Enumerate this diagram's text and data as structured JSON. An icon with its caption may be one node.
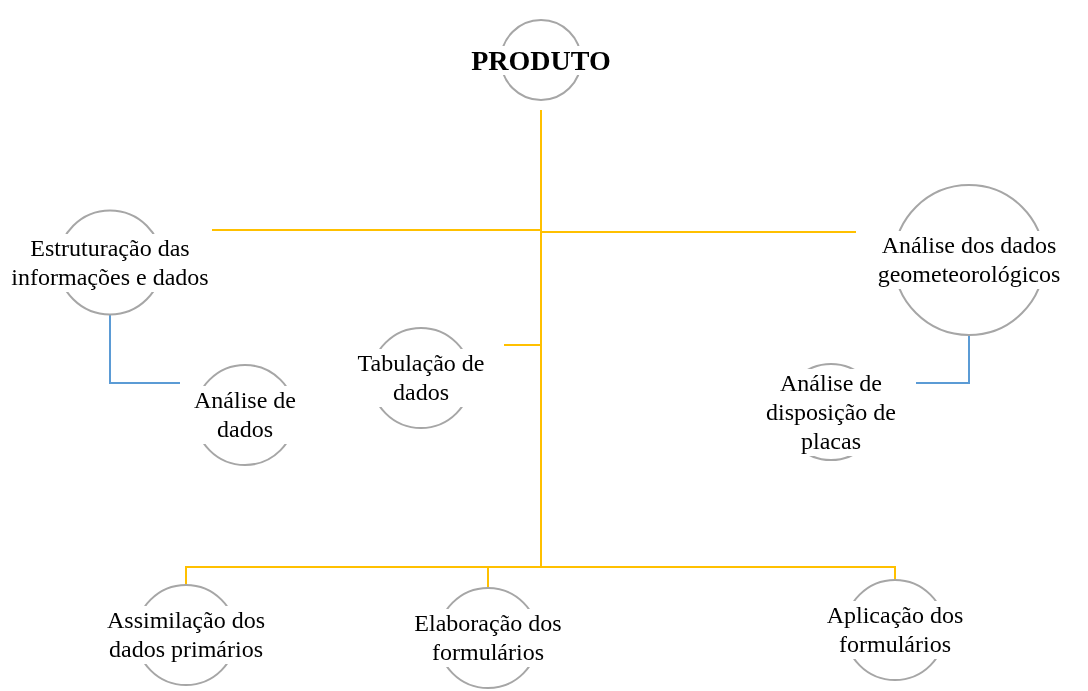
{
  "diagram": {
    "nodes": [
      {
        "text": [
          "PRODUTO"
        ]
      },
      {
        "text": [
          "Estruturação das informações e dados"
        ]
      },
      {
        "text": [
          "Análise dos dados geometeorológicos"
        ]
      },
      {
        "text": [
          "Tabulação de dados"
        ]
      },
      {
        "text": [
          "Análise de dados"
        ]
      },
      {
        "text": [
          "Análise de disposição de placas"
        ]
      },
      {
        "text": [
          "Assimilação dos dados primários"
        ]
      },
      {
        "text": [
          "Elaboração dos formulários"
        ]
      },
      {
        "text": [
          "Aplicação dos formulários"
        ]
      }
    ],
    "edges": [
      {
        "from": 0,
        "to": 1,
        "arrow": "none"
      },
      {
        "from": 0,
        "to": 2,
        "arrow": "none"
      },
      {
        "from": 0,
        "to": 3,
        "arrow": "none"
      },
      {
        "from": 0,
        "to": 6,
        "arrow": "none"
      },
      {
        "from": 0,
        "to": 7,
        "arrow": "none"
      },
      {
        "from": 0,
        "to": 8,
        "arrow": "none"
      },
      {
        "from": 1,
        "to": 4,
        "arrow": "none",
        "color": "#5b9bd5"
      },
      {
        "from": 2,
        "to": 5,
        "arrow": "none",
        "color": "#5b9bd5"
      }
    ]
  }
}
